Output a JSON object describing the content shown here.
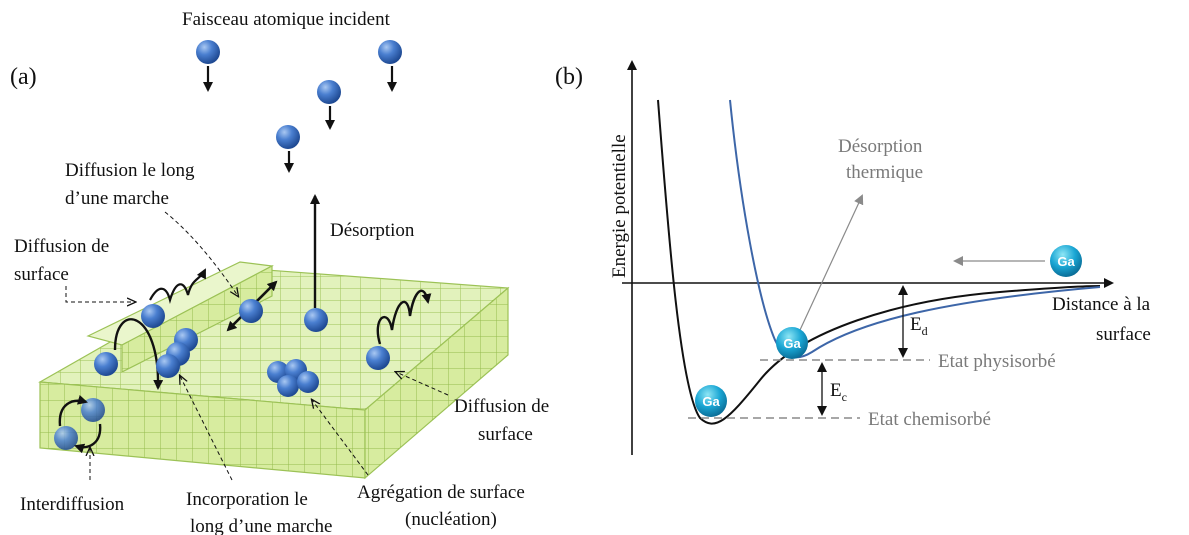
{
  "panel_a": {
    "label": "(a)",
    "incident_beam": "Faisceau atomique incident",
    "step_diffusion_1": "Diffusion le long",
    "step_diffusion_2": "d’une marche",
    "desorption": "Désorption",
    "surface_diffusion_left_1": "Diffusion de",
    "surface_diffusion_left_2": "surface",
    "surface_diffusion_right_1": "Diffusion de",
    "surface_diffusion_right_2": "surface",
    "interdiffusion": "Interdiffusion",
    "incorporation_1": "Incorporation le",
    "incorporation_2": "long d’une marche",
    "aggregation_1": "Agrégation de surface",
    "aggregation_2": "(nucléation)"
  },
  "panel_b": {
    "label": "(b)",
    "y_axis_label": "Energie potentielle",
    "x_axis_label_1": "Distance à la",
    "x_axis_label_2": "surface",
    "thermal_desorption_1": "Désorption",
    "thermal_desorption_2": "thermique",
    "physisorbed": "Etat physisorbé",
    "chemisorbed": "Etat chemisorbé",
    "ed_main": "E",
    "ed_sub": "d",
    "ec_main": "E",
    "ec_sub": "c",
    "atom_label": "Ga"
  },
  "colors": {
    "atom": "#3a6fc4",
    "surface_fill": "#dff0b4",
    "surface_grid": "#9cc256",
    "blue_curve": "#3d66a8",
    "grey_text": "#7a7a7a"
  }
}
